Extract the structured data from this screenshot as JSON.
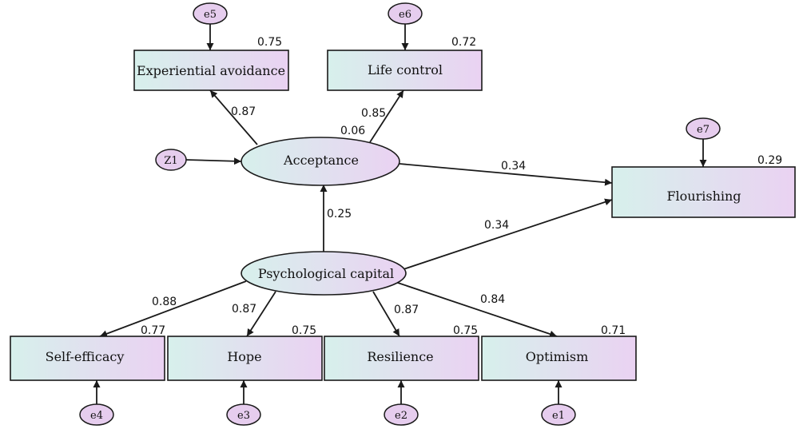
{
  "colors": {
    "box_fill_start": "#d7f0ec",
    "box_fill_end": "#ead2f2",
    "error_fill": "#e6cdee",
    "stroke": "#1a1a1a"
  },
  "observed": {
    "experiential_avoidance": {
      "label": "Experiential avoidance",
      "r2": "0.75"
    },
    "life_control": {
      "label": "Life control",
      "r2": "0.72"
    },
    "flourishing": {
      "label": "Flourishing",
      "r2": "0.29"
    },
    "self_efficacy": {
      "label": "Self-efficacy",
      "r2": "0.77"
    },
    "hope": {
      "label": "Hope",
      "r2": "0.75"
    },
    "resilience": {
      "label": "Resilience",
      "r2": "0.75"
    },
    "optimism": {
      "label": "Optimism",
      "r2": "0.71"
    }
  },
  "latent": {
    "acceptance": {
      "label": "Acceptance",
      "r2": "0.06"
    },
    "psychological_capital": {
      "label": "Psychological capital"
    }
  },
  "errors": {
    "e1": "e1",
    "e2": "e2",
    "e3": "e3",
    "e4": "e4",
    "e5": "e5",
    "e6": "e6",
    "e7": "e7",
    "z1": "Z1"
  },
  "paths": {
    "acceptance_to_experiential_avoidance": "0.87",
    "acceptance_to_life_control": "0.85",
    "acceptance_to_flourishing": "0.34",
    "psycap_to_acceptance": "0.25",
    "psycap_to_flourishing": "0.34",
    "psycap_to_self_efficacy": "0.88",
    "psycap_to_hope": "0.87",
    "psycap_to_resilience": "0.87",
    "psycap_to_optimism": "0.84"
  }
}
